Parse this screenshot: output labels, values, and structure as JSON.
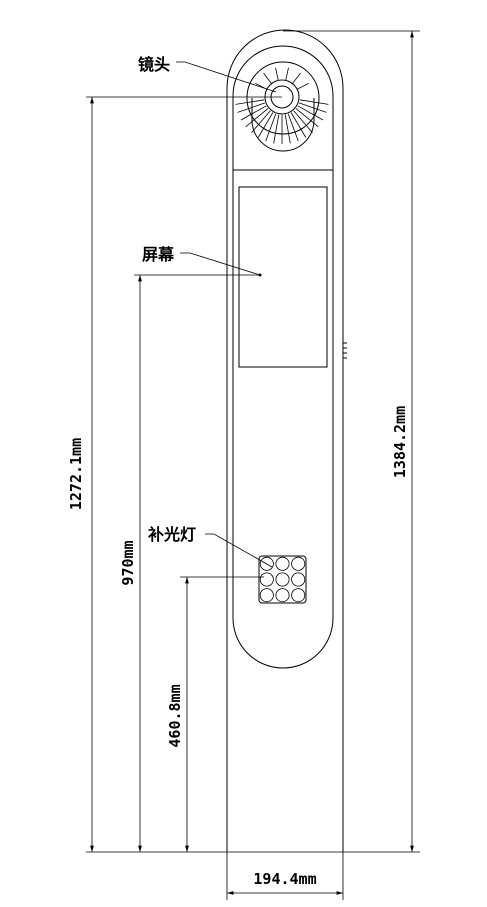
{
  "labels": {
    "lens": "镜头",
    "screen": "屏幕",
    "fill_light": "补光灯"
  },
  "dimensions": {
    "total_height": "1384.2mm",
    "lens_height": "1272.1mm",
    "screen_height": "970mm",
    "light_height": "460.8mm",
    "width": "194.4mm"
  },
  "light_grid": {
    "rows": 3,
    "cols": 3,
    "count": 9
  }
}
